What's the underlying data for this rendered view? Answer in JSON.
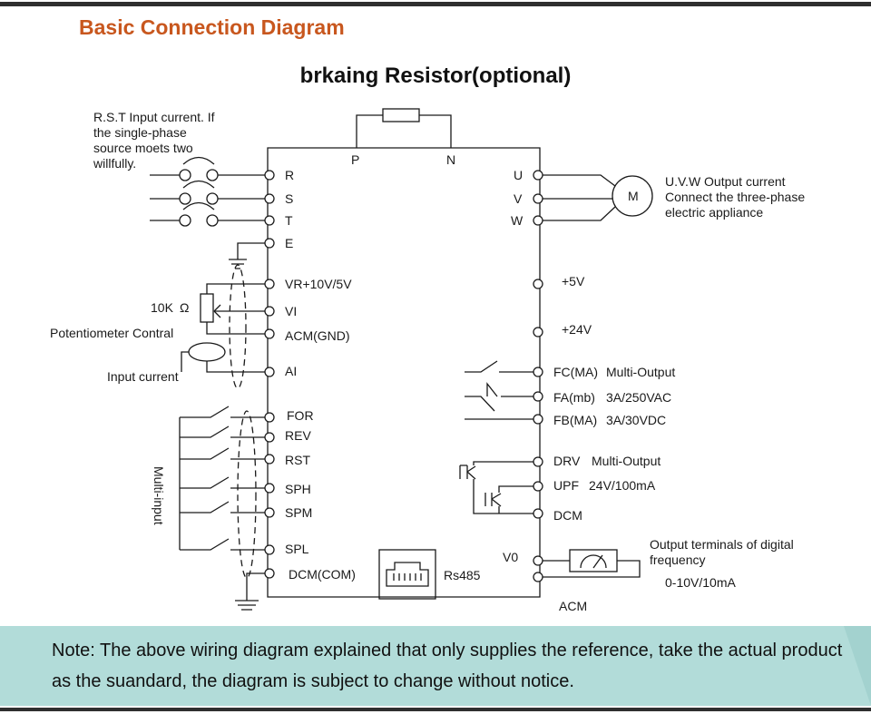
{
  "header": {
    "title": "Basic Connection Diagram"
  },
  "diagram": {
    "title": "brkaing Resistor(optional)",
    "braking_terminals": [
      "P",
      "N"
    ],
    "input_note": [
      "R.S.T Input current. If",
      "the single-phase",
      "source moets two",
      "willfully."
    ],
    "input_terminals": [
      "R",
      "S",
      "T",
      "E"
    ],
    "analog_terminals": [
      "VR+10V/5V",
      "VI",
      "ACM(GND)",
      "AI"
    ],
    "resistor_label": "10K",
    "ohm_symbol": "Ω",
    "potentiometer_label": "Potentiometer Contral",
    "input_current_label": "Input current",
    "digital_inputs": [
      "FOR",
      "REV",
      "RST",
      "SPH",
      "SPM",
      "SPL",
      "DCM(COM)"
    ],
    "multi_input_label": "Multi-input",
    "rs485_label": "Rs485",
    "output_terminals": [
      "U",
      "V",
      "W"
    ],
    "motor_label": "M",
    "output_note": [
      "U.V.W Output current",
      "Connect the three-phase",
      "electric appliance"
    ],
    "power_terminals": [
      "+5V",
      "+24V"
    ],
    "relay_terminals": [
      "FC(MA)",
      "FA(mb)",
      "FB(MA)"
    ],
    "relay_specs": [
      "Multi-Output",
      "3A/250VAC",
      "3A/30VDC"
    ],
    "transistor_terminals": [
      "DRV",
      "UPF",
      "DCM"
    ],
    "transistor_specs": [
      "Multi-Output",
      "24V/100mA"
    ],
    "v0_label": "V0",
    "acm_label": "ACM",
    "freq_note": [
      "Output terminals of digital",
      "frequency"
    ],
    "freq_spec": "0-10V/10mA"
  },
  "note": {
    "text": "Note: The above wiring diagram explained that only supplies the reference, take the actual product as the suandard, the diagram is subject to change without notice."
  },
  "colors": {
    "title_orange": "#c8571e",
    "note_bg": "#b2dcd9",
    "line": "#1a1a1a"
  }
}
